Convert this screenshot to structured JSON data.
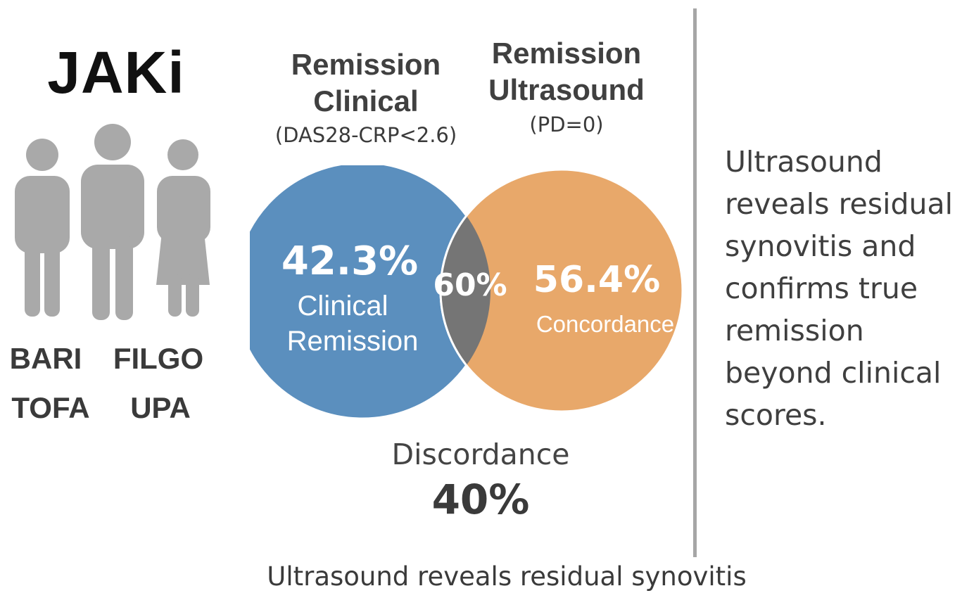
{
  "drug_class": {
    "title": "JAKi",
    "drugs": [
      "BARI",
      "FILGO",
      "TOFA",
      "UPA"
    ]
  },
  "venn": {
    "left_heading": [
      "Remission",
      "Clinical"
    ],
    "left_subheading": "(DAS28-CRP<2.6)",
    "right_heading": [
      "Remission",
      "Ultrasound"
    ],
    "right_subheading": "(PD=0)",
    "left_value": "42.3%",
    "left_label": [
      "Clinical",
      "Remission"
    ],
    "overlap_value": "60%",
    "right_value": "56.4%",
    "right_label": "Concordance",
    "colors": {
      "left": "#5b8fbe",
      "right": "#e8a86a",
      "overlap": "#757575",
      "icon": "#a9a9a9",
      "divider": "#a6a6a6"
    }
  },
  "discordance": {
    "label": "Discordance",
    "value": "40%"
  },
  "side_note": [
    "Ultrasound",
    "reveals residual",
    "synovitis and",
    "confirms true",
    "remission",
    "beyond clinical",
    "scores."
  ],
  "footer": "Ultrasound reveals residual synovitis"
}
